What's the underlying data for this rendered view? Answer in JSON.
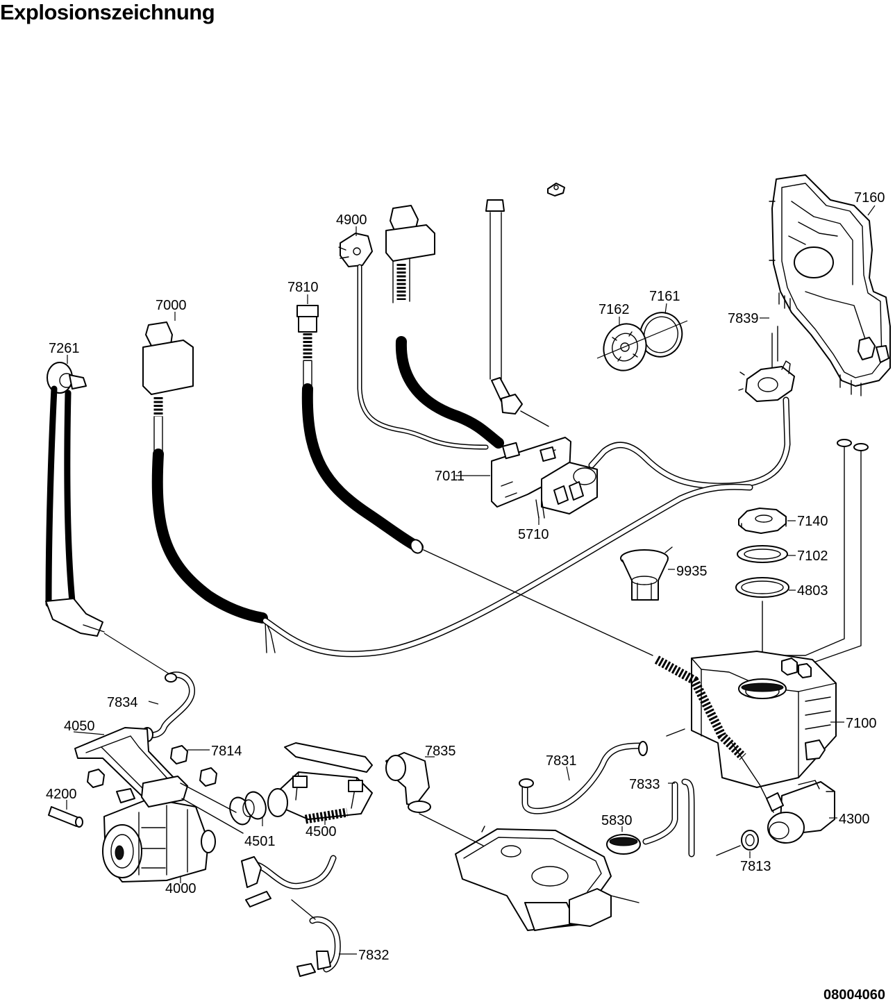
{
  "title": "Explosionszeichnung",
  "document_number": "08004060",
  "parts": {
    "p7160": "7160",
    "p4900": "4900",
    "p7810": "7810",
    "p7000": "7000",
    "p7161": "7161",
    "p7162": "7162",
    "p7839": "7839",
    "p7261": "7261",
    "p7011": "7011",
    "p5710": "5710",
    "p7140": "7140",
    "p7102": "7102",
    "p9935": "9935",
    "p4803": "4803",
    "p7100": "7100",
    "p7834": "7834",
    "p4050": "4050",
    "p7814": "7814",
    "p7835": "7835",
    "p7831": "7831",
    "p4200": "4200",
    "p7833": "7833",
    "p4501": "4501",
    "p4500": "4500",
    "p5830": "5830",
    "p4300": "4300",
    "p4000": "4000",
    "p7813": "7813",
    "p7832": "7832"
  }
}
